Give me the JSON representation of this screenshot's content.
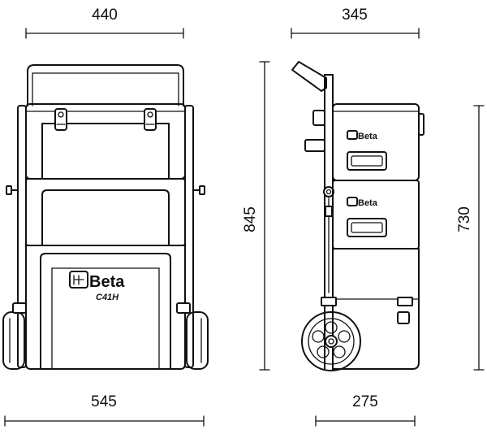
{
  "dimensions": {
    "front_top_width": "440",
    "side_top_depth": "345",
    "front_height": "845",
    "side_height": "730",
    "front_bottom_width": "545",
    "side_bottom_depth": "275"
  },
  "branding": {
    "logo_text": "Beta",
    "model_mark": "C41H"
  },
  "colors": {
    "line": "#111111",
    "background": "#ffffff"
  }
}
